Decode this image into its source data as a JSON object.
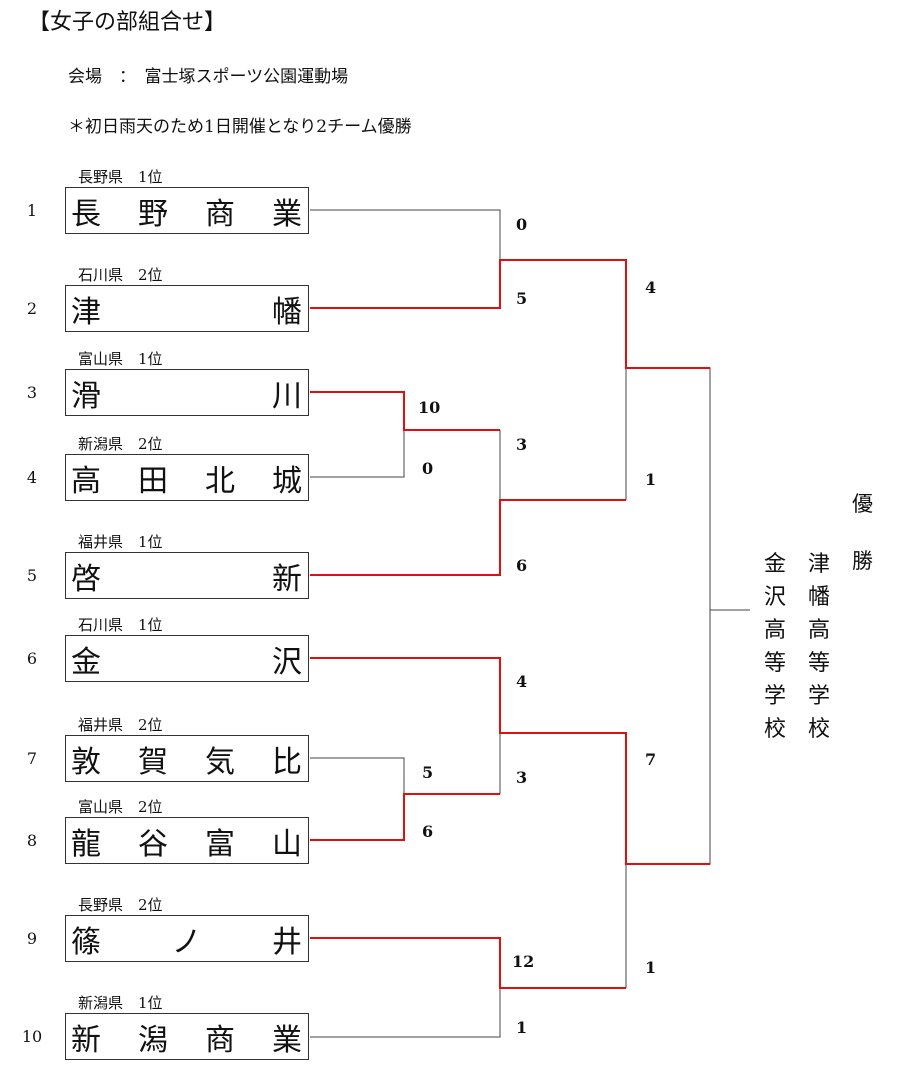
{
  "header": {
    "title": "【女子の部組合せ】",
    "venue": "会場　：　富士塚スポーツ公園運動場",
    "note": "＊初日雨天のため1日開催となり2チーム優勝"
  },
  "teams": [
    {
      "seed": "1",
      "pref": "長野県　1位",
      "chars": [
        "長",
        "野",
        "商",
        "業"
      ]
    },
    {
      "seed": "2",
      "pref": "石川県　2位",
      "chars": [
        "津",
        "幡"
      ]
    },
    {
      "seed": "3",
      "pref": "富山県　1位",
      "chars": [
        "滑",
        "川"
      ]
    },
    {
      "seed": "4",
      "pref": "新潟県　2位",
      "chars": [
        "高",
        "田",
        "北",
        "城"
      ]
    },
    {
      "seed": "5",
      "pref": "福井県　1位",
      "chars": [
        "啓",
        "新"
      ]
    },
    {
      "seed": "6",
      "pref": "石川県　1位",
      "chars": [
        "金",
        "沢"
      ]
    },
    {
      "seed": "7",
      "pref": "福井県　2位",
      "chars": [
        "敦",
        "賀",
        "気",
        "比"
      ]
    },
    {
      "seed": "8",
      "pref": "富山県　2位",
      "chars": [
        "龍",
        "谷",
        "富",
        "山"
      ]
    },
    {
      "seed": "9",
      "pref": "長野県　2位",
      "chars": [
        "篠",
        "ノ",
        "井"
      ]
    },
    {
      "seed": "10",
      "pref": "新潟県　1位",
      "chars": [
        "新",
        "潟",
        "商",
        "業"
      ]
    }
  ],
  "scores": {
    "r1a_top": "0",
    "r1a_bot": "5",
    "r0b_top": "10",
    "r0b_bot": "0",
    "r1b_top": "3",
    "r1b_bot": "6",
    "r1c_top": "4",
    "r1c_bot": "3",
    "r0d_top": "5",
    "r0d_bot": "6",
    "r1d_top": "12",
    "r1d_bot": "1",
    "r2a_top": "4",
    "r2a_bot": "1",
    "r2b_top": "7",
    "r2b_bot": "1"
  },
  "champion": {
    "label_1": "優",
    "label_2": "勝",
    "team_1": [
      "津",
      "幡",
      "高",
      "等",
      "学",
      "校"
    ],
    "team_2": [
      "金",
      "沢",
      "高",
      "等",
      "学",
      "校"
    ]
  },
  "colors": {
    "win": "#e01010",
    "lose": "#444444"
  }
}
